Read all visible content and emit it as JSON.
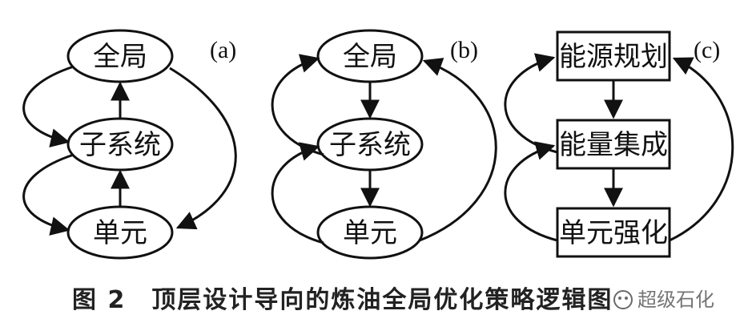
{
  "panels": {
    "a": {
      "label": "(a)",
      "nodes": {
        "top": "全局",
        "mid": "子系统",
        "bottom": "单元"
      }
    },
    "b": {
      "label": "(b)",
      "nodes": {
        "top": "全局",
        "mid": "子系统",
        "bottom": "单元"
      }
    },
    "c": {
      "label": "(c)",
      "nodes": {
        "top": "能源规划",
        "mid": "能量集成",
        "bottom": "单元强化"
      }
    }
  },
  "caption": "图 2　顶层设计导向的炼油全局优化策略逻辑图",
  "watermark": "超级石化",
  "colors": {
    "stroke": "#111111",
    "background": "#ffffff"
  }
}
